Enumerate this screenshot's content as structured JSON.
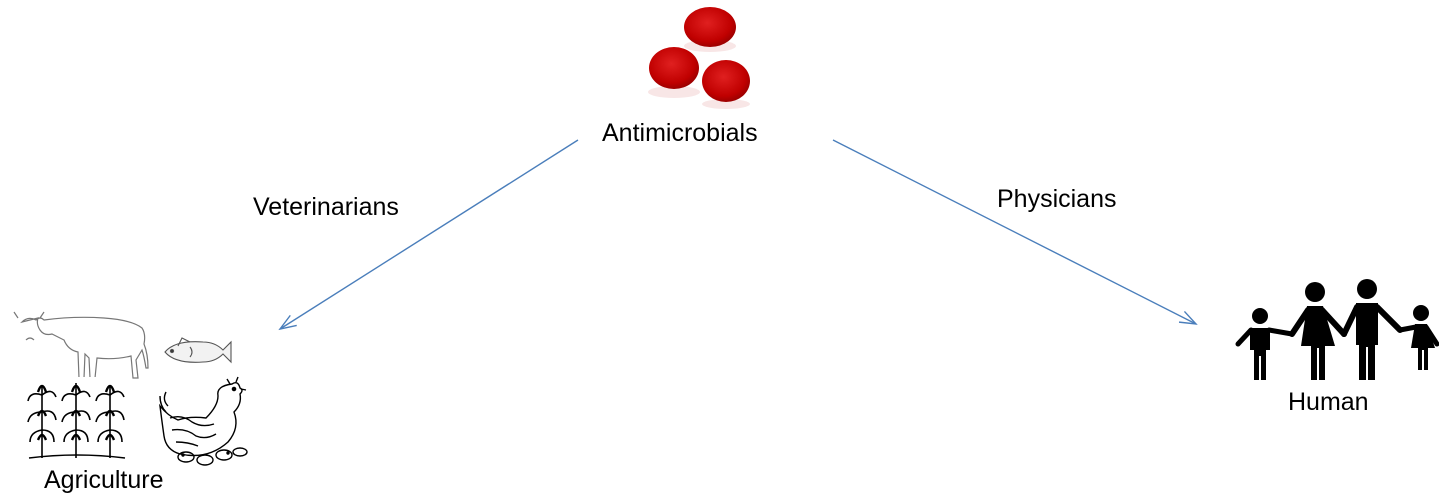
{
  "nodes": {
    "antimicrobials": "Antimicrobials",
    "agriculture": "Agriculture",
    "human": "Human"
  },
  "edges": {
    "veterinarians": "Veterinarians",
    "physicians": "Physicians"
  },
  "colors": {
    "arrow": "#4a7ebb",
    "pill": "#c00000",
    "pill_highlight": "#e83030",
    "silhouette": "#000000",
    "sketch": "#555555"
  },
  "icons": {
    "pills": "antimicrobial-pills-icon",
    "family": "human-family-icon",
    "cow": "cow-icon",
    "fish": "fish-icon",
    "corn": "corn-crops-icon",
    "chicken": "chicken-icon"
  }
}
